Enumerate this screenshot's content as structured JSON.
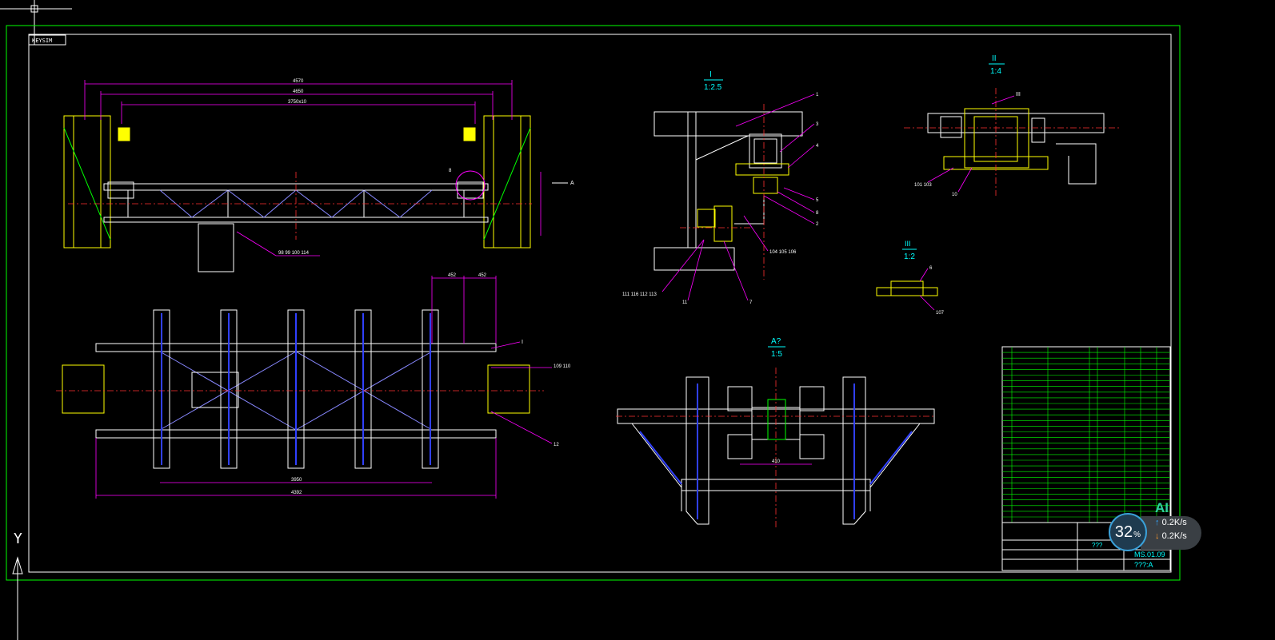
{
  "frame_label": "KEYSIM",
  "axis_label": "Y",
  "view_1": {
    "title": "I",
    "scale": "1:2.5",
    "callouts": [
      "1",
      "3",
      "4",
      "5",
      "8",
      "2",
      "7",
      "11"
    ],
    "item_refs": "111  116  112  113",
    "item_refs_2": "104  105  106"
  },
  "view_2": {
    "title": "II",
    "scale": "1:4",
    "subview": "III",
    "refs": "101   103",
    "ref_single": "10"
  },
  "view_3": {
    "title": "III",
    "scale": "1:2",
    "callout_a": "6",
    "callout_b": "107"
  },
  "view_a": {
    "title": "A?",
    "scale": "1:5",
    "dim": "410"
  },
  "front_view": {
    "dims": [
      "4570",
      "4650",
      "3750x10"
    ],
    "section_arrow": "A",
    "callout": "8",
    "refs": "98  99  100  114"
  },
  "plan_view": {
    "dims_top": [
      "452",
      "452"
    ],
    "callout_i": "I",
    "refs": "109  110",
    "callout_12": "12",
    "dims_bottom": [
      "3950",
      "4392"
    ]
  },
  "title_block": {
    "drawing_no": "MS.01.09",
    "scale_text": "???:A",
    "unit": "???"
  },
  "netwidget": {
    "percent": "32",
    "percent_sign": "%",
    "up": "0.2K/s",
    "down": "0.2K/s"
  },
  "ai_badge": "AI",
  "colors": {
    "frame": "#00ff00",
    "cyan": "#00ffff",
    "magenta": "#ff00ff",
    "yellow": "#ffff00",
    "red": "#ff3030",
    "blue": "#3040ff",
    "white": "#ffffff"
  }
}
